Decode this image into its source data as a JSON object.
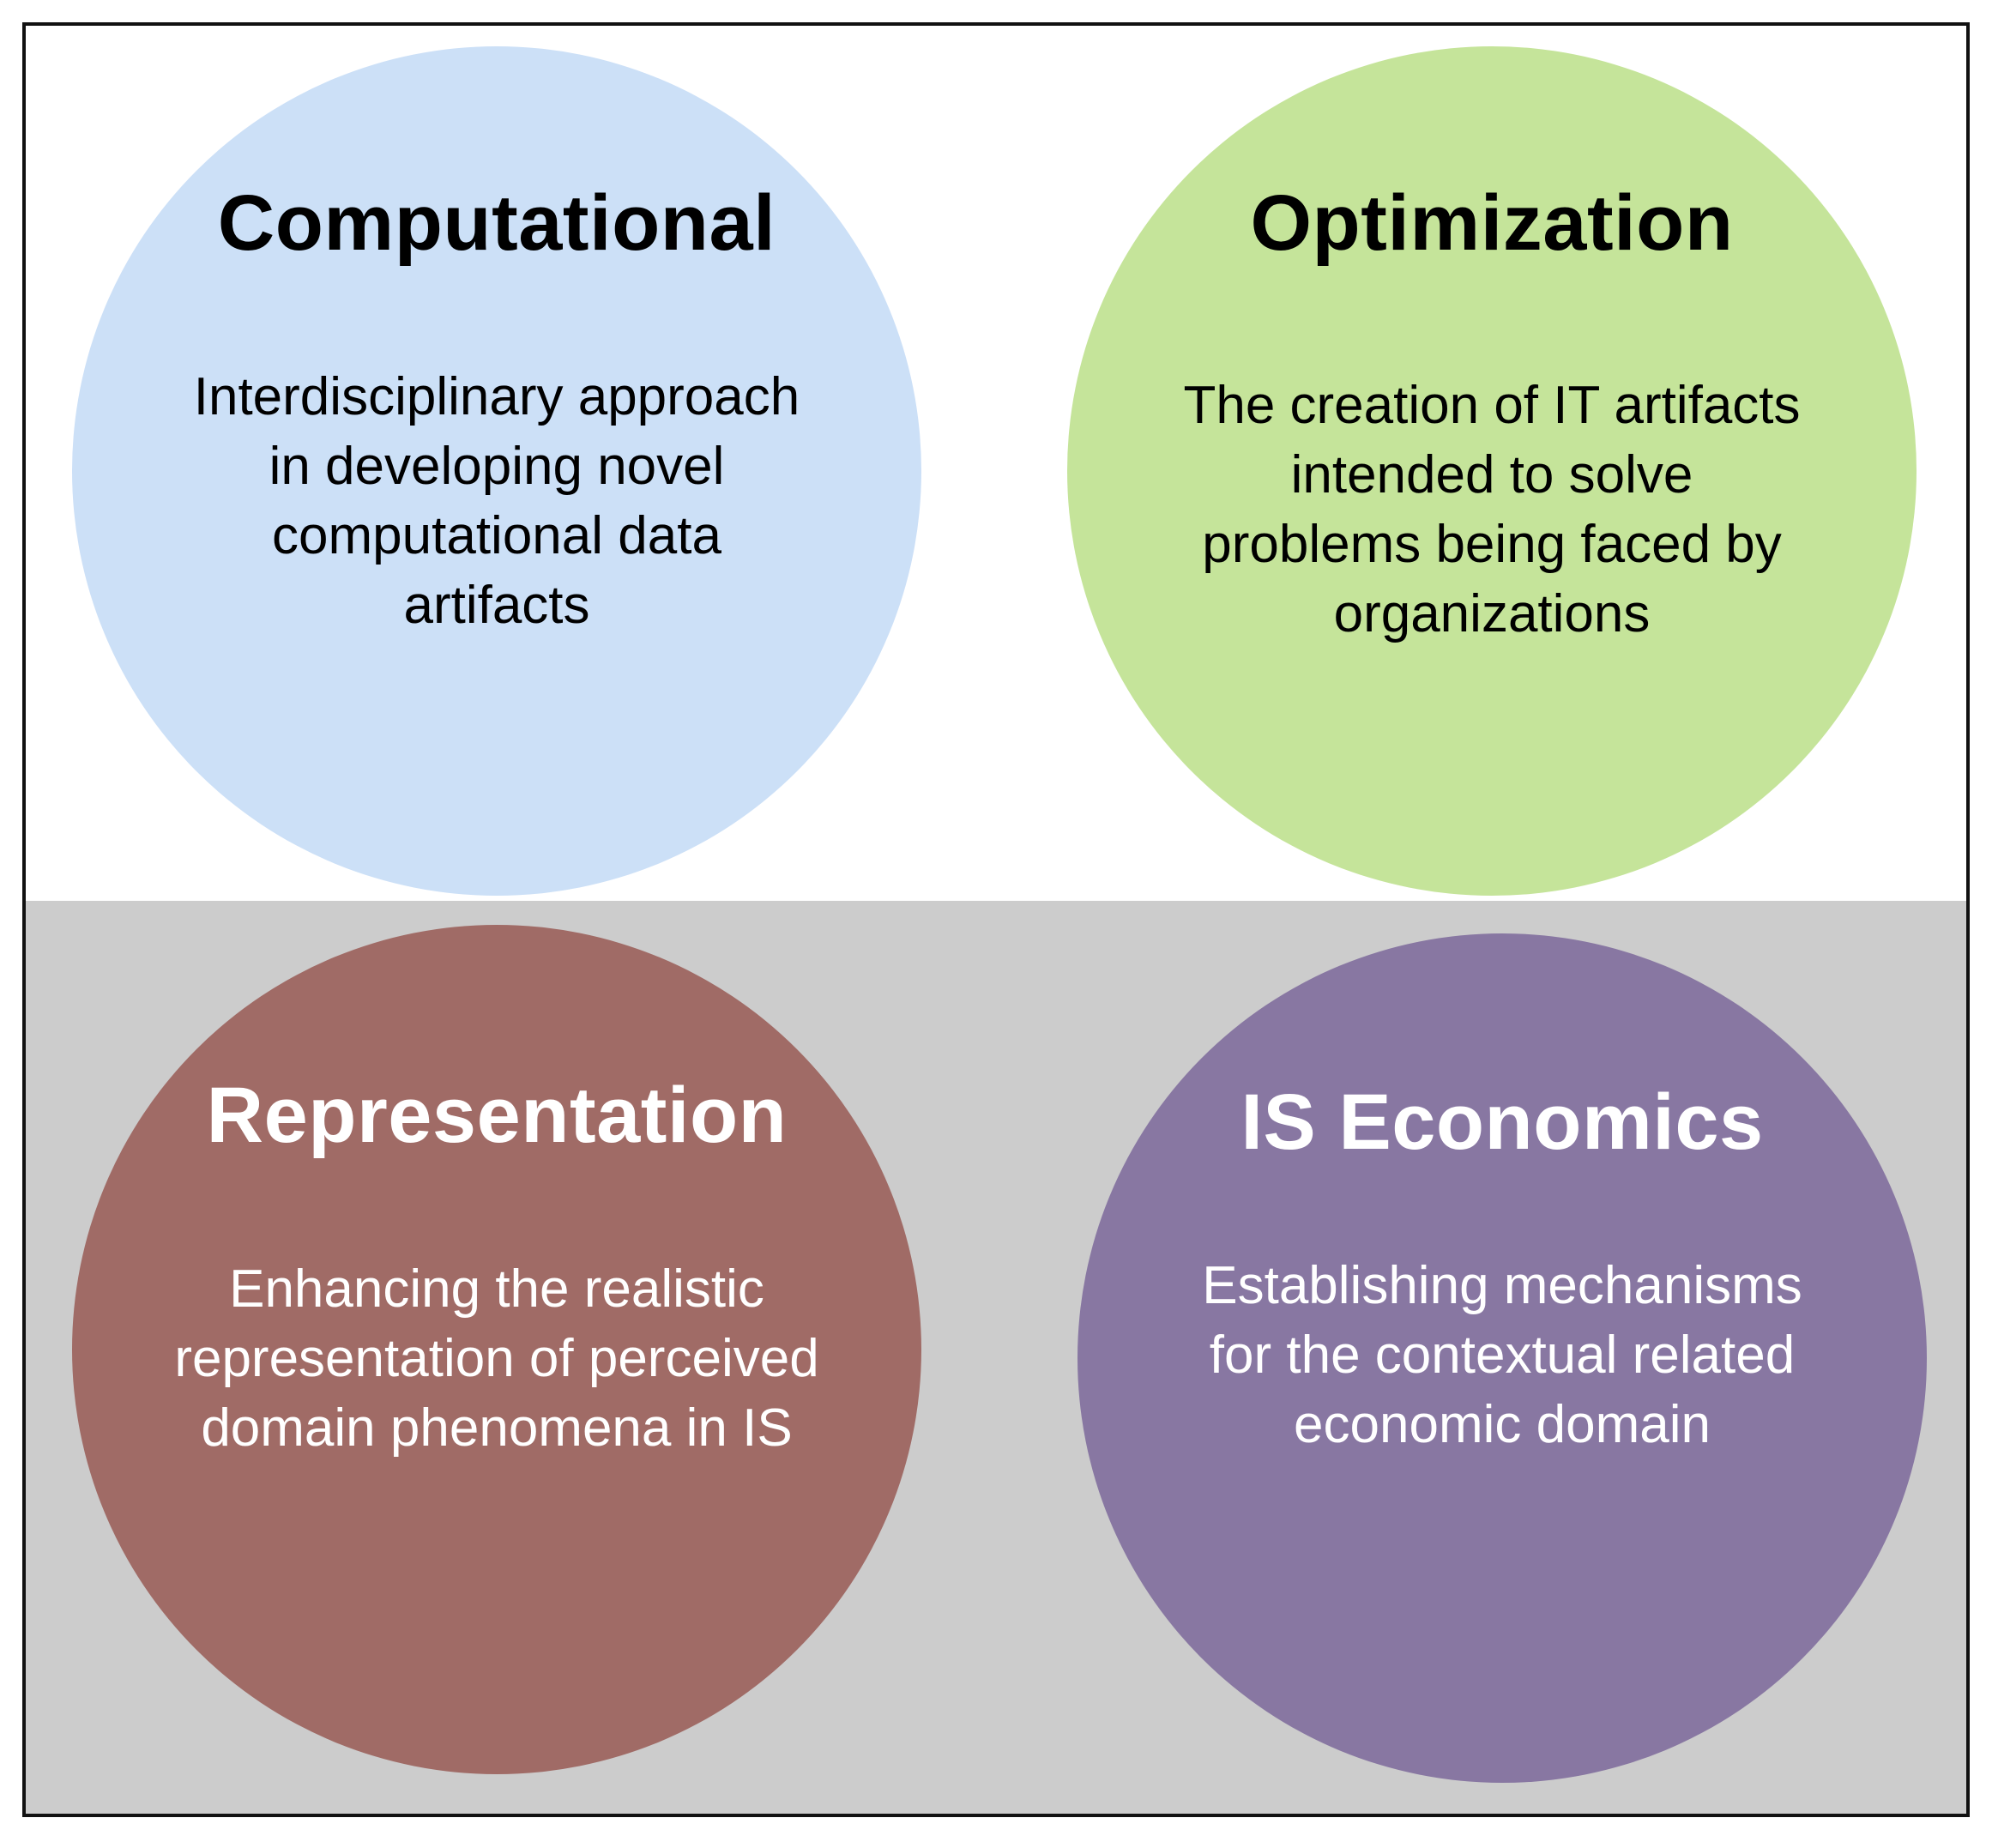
{
  "colors": {
    "band": "#cccccc",
    "computational": "#cce0f7",
    "optimization": "#c5e49a",
    "representation": "#a06b66",
    "is_economics": "#8877a2"
  },
  "quadrants": {
    "computational": {
      "title": "Computational",
      "lines": [
        "Interdisciplinary approach",
        "in developing novel",
        "computational data",
        "artifacts"
      ]
    },
    "optimization": {
      "title": "Optimization",
      "lines": [
        "The creation of IT artifacts",
        "intended to solve",
        "problems being faced by",
        "organizations"
      ]
    },
    "representation": {
      "title": "Representation",
      "lines": [
        "Enhancing the realistic",
        "representation of perceived",
        "domain phenomena in IS"
      ]
    },
    "is_economics": {
      "title": "IS Economics",
      "lines": [
        "Establishing mechanisms",
        "for the contextual related",
        "economic domain"
      ]
    }
  }
}
